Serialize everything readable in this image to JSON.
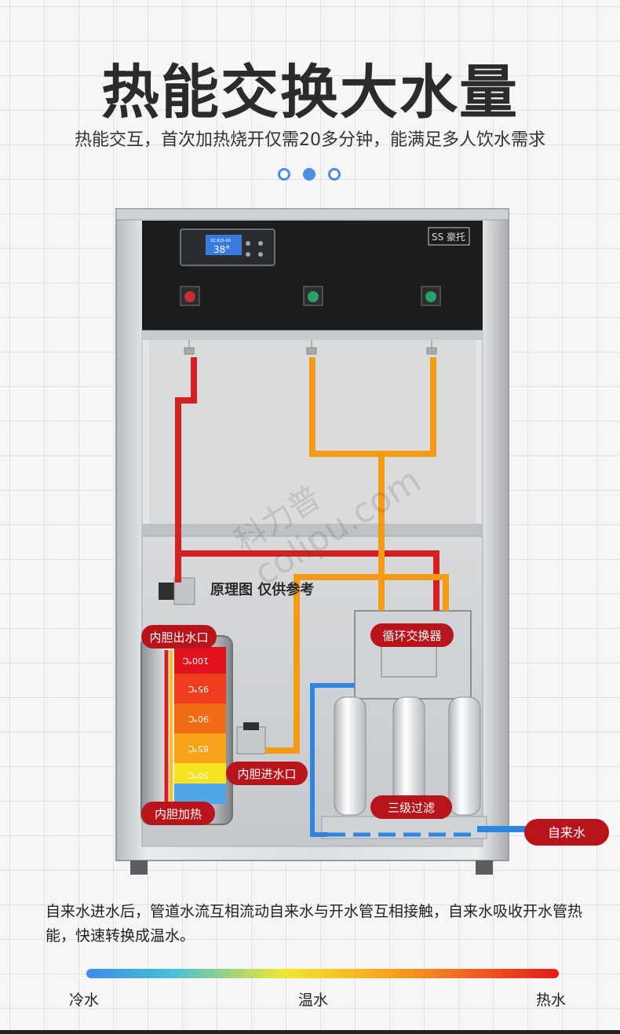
{
  "title": "热能交换大水量",
  "subtitle": "热能交互，首次加热烧开仅需20多分钟，能满足多人饮水需求",
  "diagram": {
    "brand": "SS 豪托",
    "display_temp": "38°",
    "display_header": "SZ 825-00",
    "principle_note": "原理图 仅供参考",
    "watermark_cn": "科力普",
    "watermark_en": "colipu.com",
    "labels": {
      "tank_outlet": "内胆出水口",
      "tank_inlet": "内胆进水口",
      "tank_heating": "内胆加热",
      "exchanger": "循环交换器",
      "filter": "三级过滤",
      "tap_water": "自来水"
    },
    "tank_temps": [
      "100℃",
      "95℃",
      "90℃",
      "85℃",
      "50℃"
    ]
  },
  "description": "自来水进水后，管道水流互相流动自来水与开水管互相接触，自来水吸收开水管热能，快速转换成温水。",
  "legend": {
    "cold": "冷水",
    "warm": "温水",
    "hot": "热水"
  },
  "colors": {
    "hot_pipe": "#d42020",
    "warm_pipe": "#f39a17",
    "cold_pipe": "#2f86e0",
    "label_bg": "#b8141b"
  }
}
